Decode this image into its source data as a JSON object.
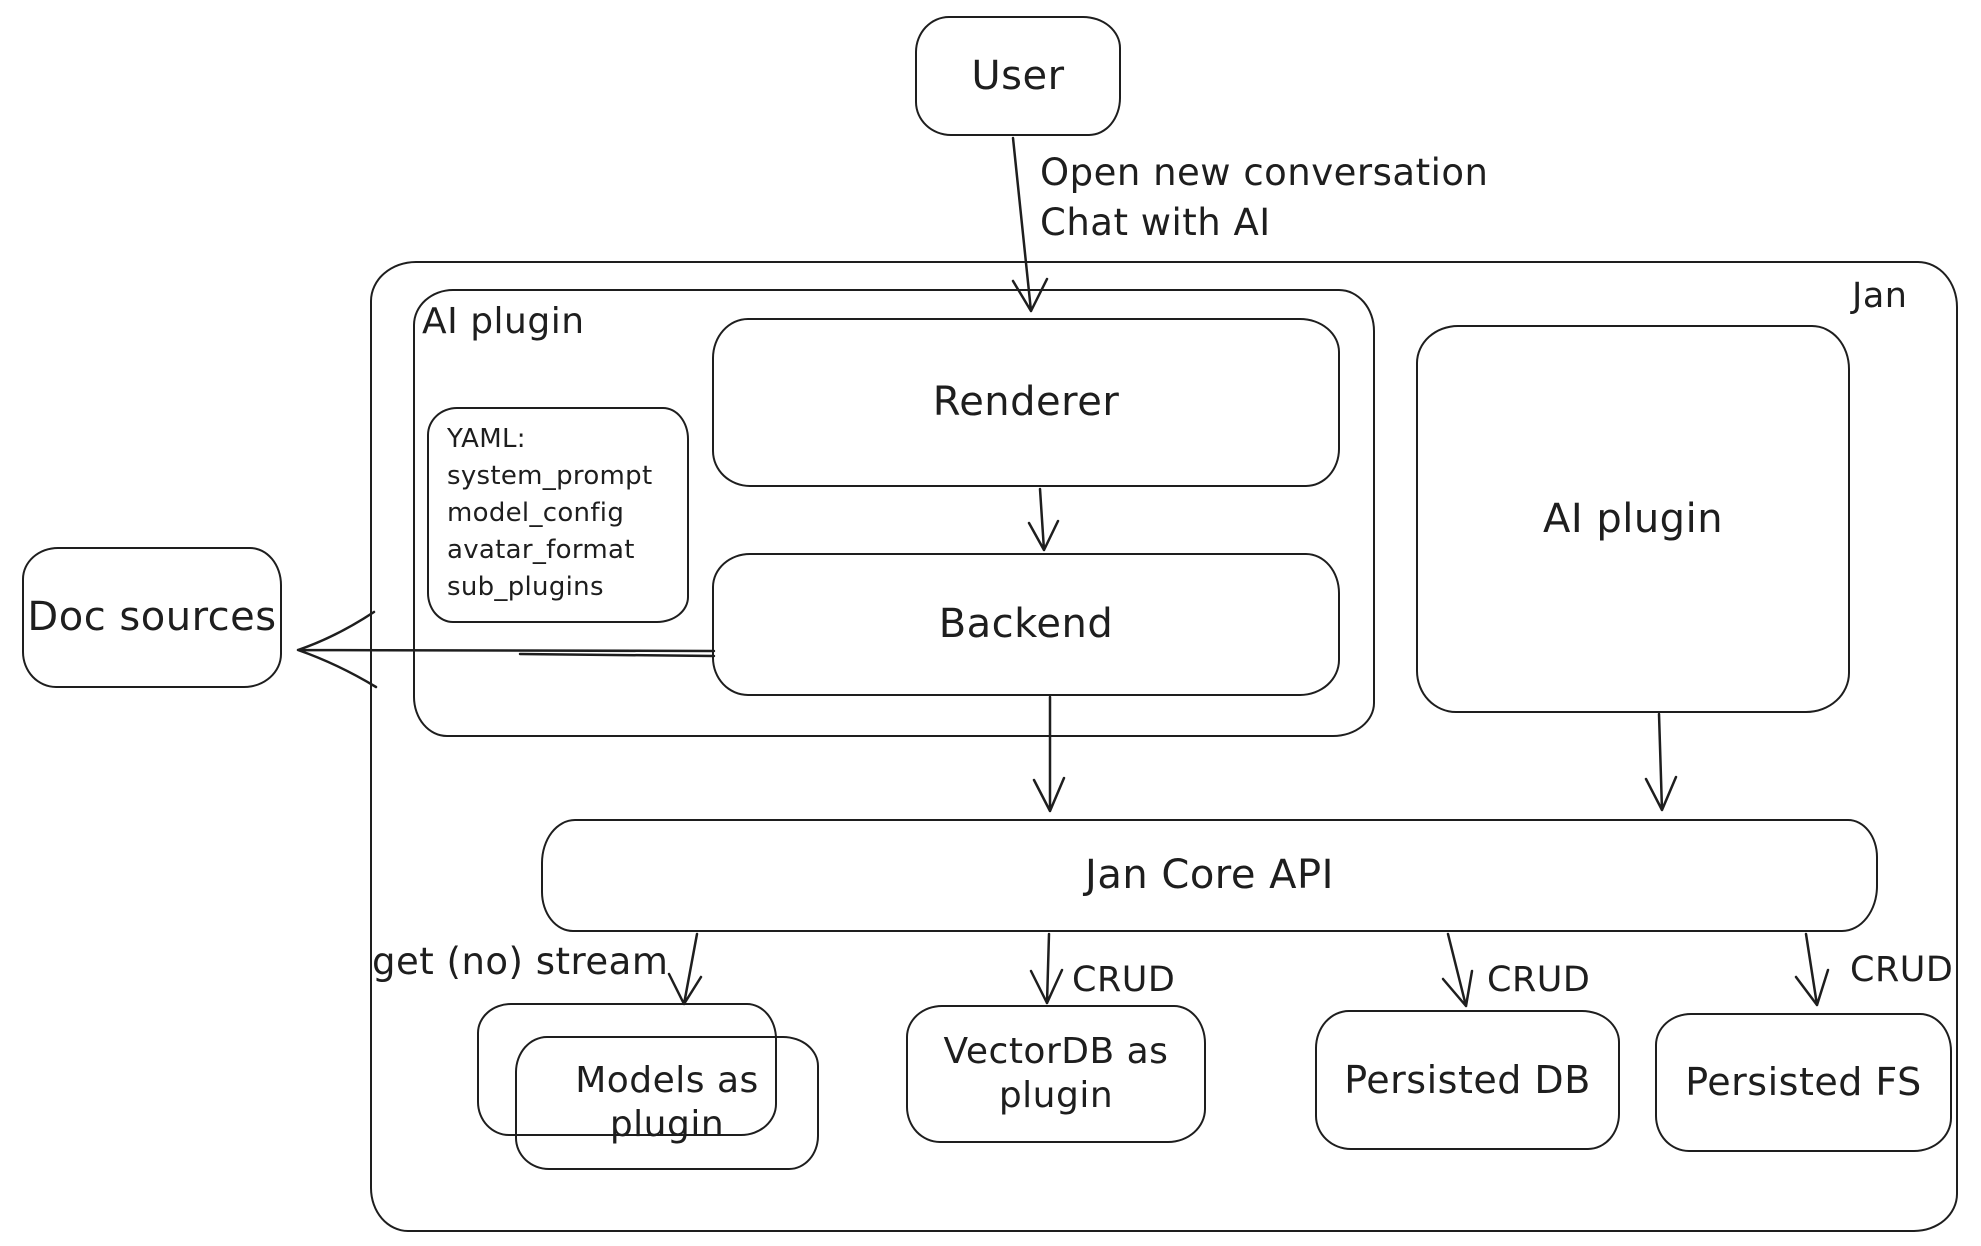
{
  "diagram": {
    "background": "#ffffff",
    "stroke_color": "#1e1e1e",
    "nodes": {
      "user": {
        "label": "User"
      },
      "jan_container": {
        "label": "Jan"
      },
      "ai_plugin_container": {
        "label": "AI plugin"
      },
      "yaml_note": {
        "lines": [
          "YAML:",
          "system_prompt",
          "model_config",
          "avatar_format",
          "sub_plugins"
        ]
      },
      "renderer": {
        "label": "Renderer"
      },
      "backend": {
        "label": "Backend"
      },
      "doc_sources": {
        "label": "Doc sources"
      },
      "ai_plugin_box": {
        "label": "AI plugin"
      },
      "jan_core_api": {
        "label": "Jan Core API"
      },
      "models_as_plugin": {
        "lines": [
          "Models as",
          "plugin"
        ]
      },
      "vectordb_as_plugin": {
        "lines": [
          "VectorDB as",
          "plugin"
        ]
      },
      "persisted_db": {
        "label": "Persisted DB"
      },
      "persisted_fs": {
        "label": "Persisted FS"
      }
    },
    "edge_labels": {
      "user_to_renderer": {
        "lines": [
          "Open new conversation",
          "Chat with AI"
        ]
      },
      "api_to_models": {
        "label": "get (no) stream"
      },
      "api_to_vectordb": {
        "label": "CRUD"
      },
      "api_to_persisted_db": {
        "label": "CRUD"
      },
      "api_to_persisted_fs": {
        "label": "CRUD"
      }
    }
  }
}
